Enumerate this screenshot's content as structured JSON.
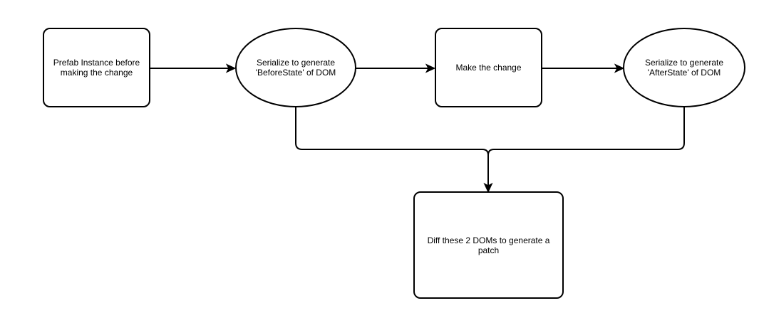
{
  "nodes": {
    "prefab_instance": {
      "label": "Prefab Instance before\nmaking the change"
    },
    "serialize_before": {
      "label": "Serialize to generate\n'BeforeState' of DOM"
    },
    "make_change": {
      "label": "Make the change"
    },
    "serialize_after": {
      "label": "Serialize to generate\n'AfterState' of DOM"
    },
    "diff_doms": {
      "label": "Diff these 2 DOMs to generate a\npatch"
    }
  },
  "edges": [
    {
      "from": "prefab_instance",
      "to": "serialize_before"
    },
    {
      "from": "serialize_before",
      "to": "make_change"
    },
    {
      "from": "make_change",
      "to": "serialize_after"
    },
    {
      "from": "serialize_before",
      "to": "diff_doms"
    },
    {
      "from": "serialize_after",
      "to": "diff_doms"
    }
  ],
  "colors": {
    "stroke": "#000000",
    "fill": "#ffffff",
    "text": "#000000"
  }
}
